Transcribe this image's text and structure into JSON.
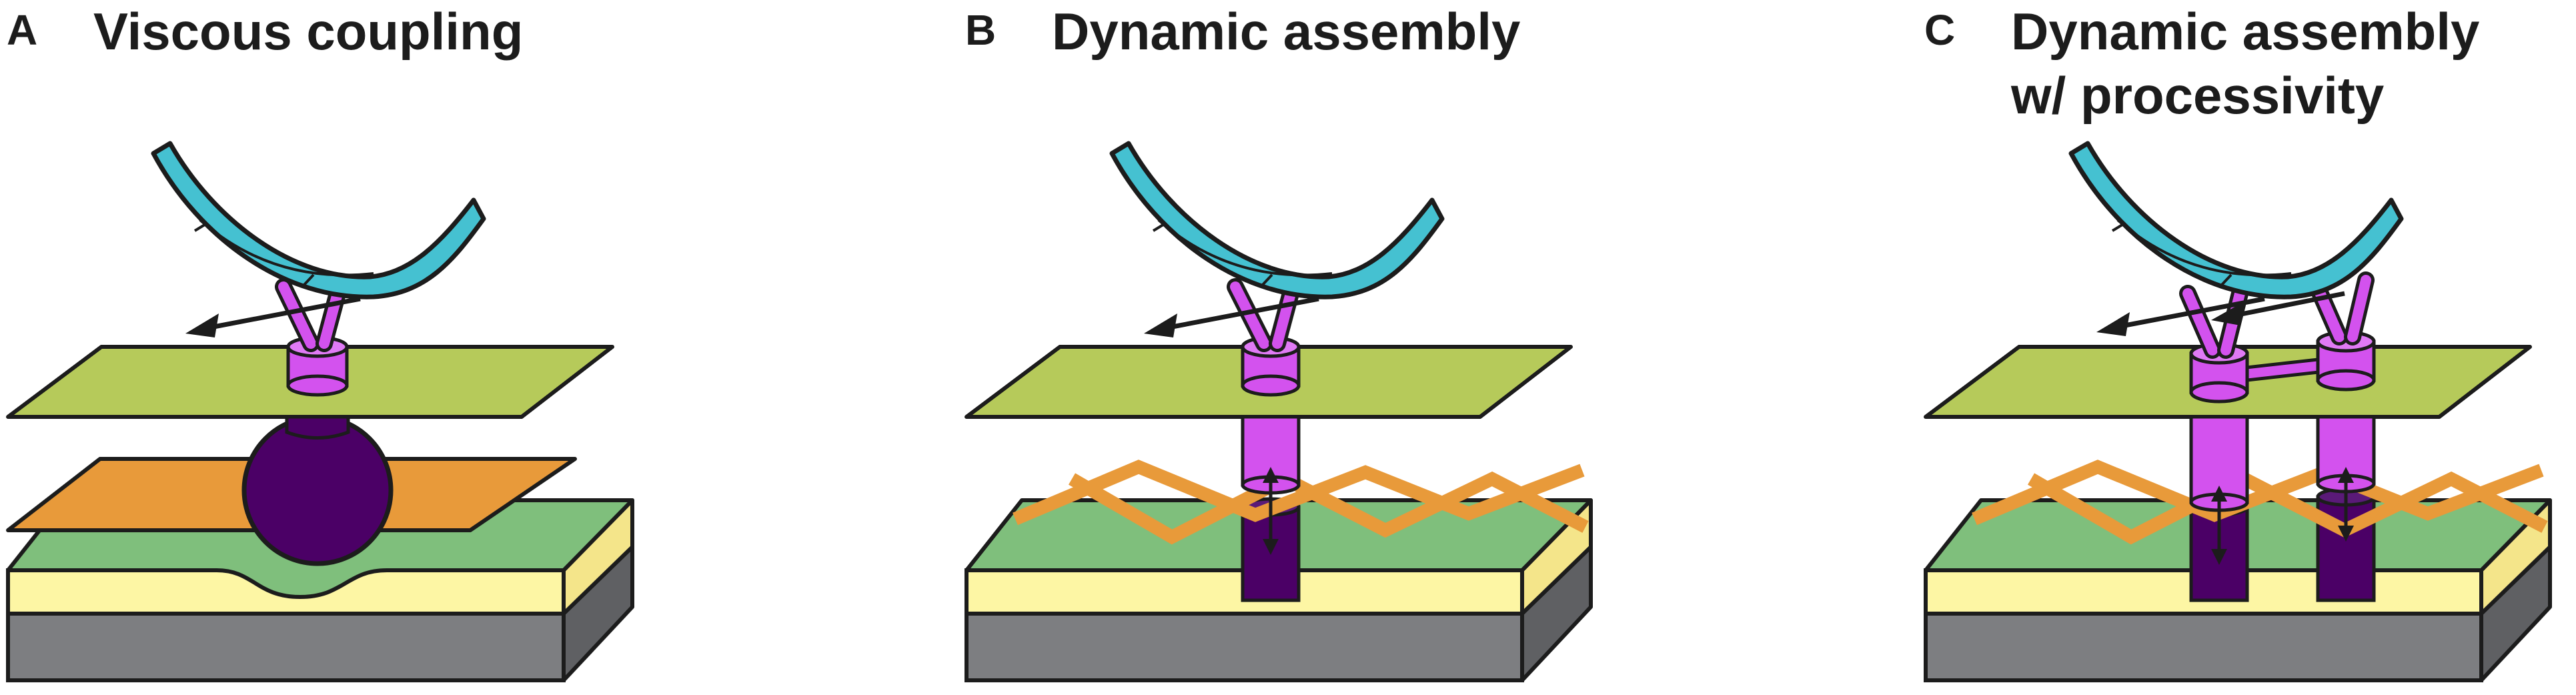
{
  "panels": [
    {
      "letter": "A",
      "title": "Viscous coupling",
      "title_line2": ""
    },
    {
      "letter": "B",
      "title": "Dynamic assembly",
      "title_line2": ""
    },
    {
      "letter": "C",
      "title": "Dynamic assembly",
      "title_line2": "w/ processivity"
    }
  ],
  "colors": {
    "microtubule": "#45c1d1",
    "upper_membrane": "#b6ca5a",
    "lower_membrane": "#7fbf7c",
    "orange_layer": "#e89a3a",
    "yellow_layer": "#fdf6a4",
    "substrate": "#7d7e81",
    "coupler": "#d352ee",
    "dark_purple": "#4b0066",
    "outline": "#1c1c1c"
  }
}
